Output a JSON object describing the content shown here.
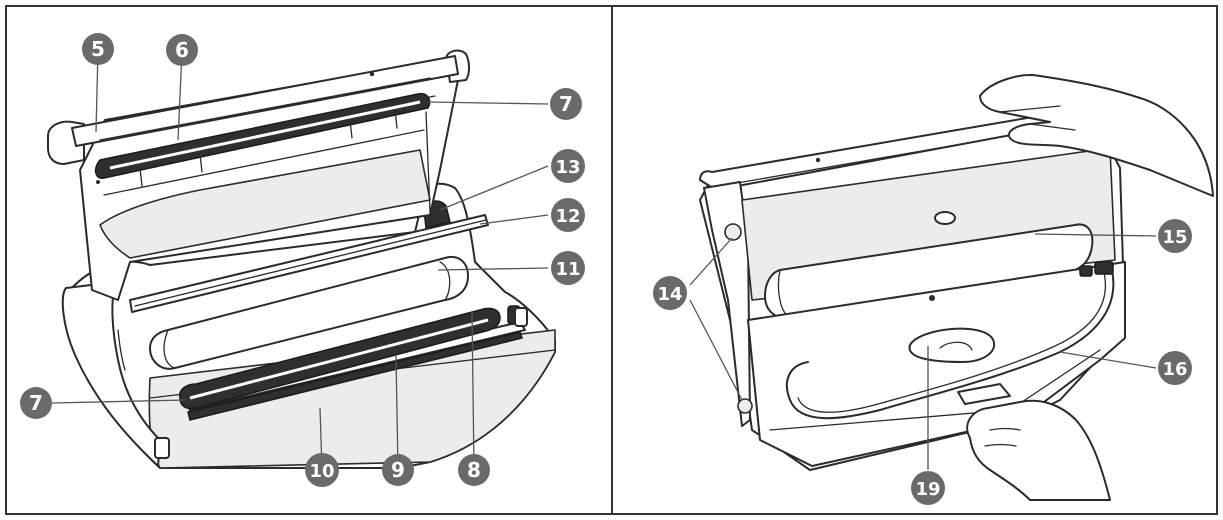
{
  "figure": {
    "frame_color": "#333333",
    "badge_color": "#6a6a6a",
    "left_panel": {
      "callouts": [
        "5",
        "6",
        "7",
        "13",
        "12",
        "11",
        "7",
        "10",
        "9",
        "8"
      ]
    },
    "right_panel": {
      "callouts": [
        "15",
        "14",
        "16",
        "19"
      ]
    }
  }
}
